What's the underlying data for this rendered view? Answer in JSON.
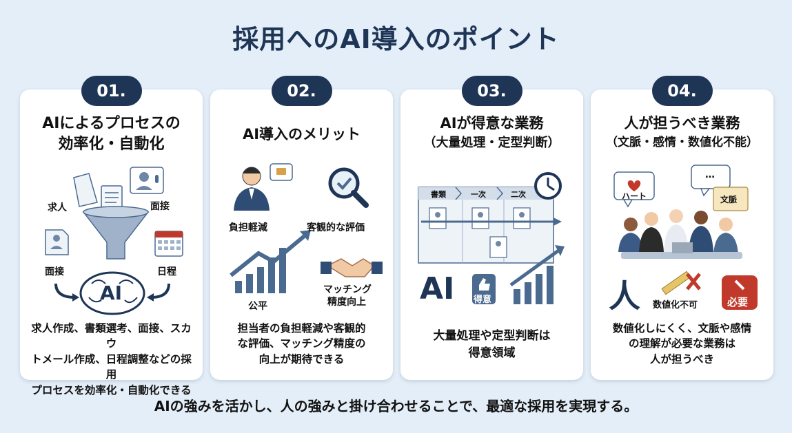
{
  "title": "採用へのAI導入のポイント",
  "cards": [
    {
      "number": "01.",
      "title_line1": "AIによるプロセスの",
      "title_line2": "効率化・自動化",
      "labels": {
        "kyujin": "求人",
        "mensetsu_top": "面接",
        "mensetsu_left": "面接",
        "nittei": "日程",
        "ai": "AI"
      },
      "desc_lines": [
        "求人作成、書類選考、面接、スカウ",
        "トメール作成、日程調整などの採用",
        "プロセスを効率化・自動化できる"
      ]
    },
    {
      "number": "02.",
      "title_line1": "AI導入のメリット",
      "labels": {
        "futan": "負担軽減",
        "kyakkan": "客観的な評価",
        "kohei": "公平",
        "matching_line1": "マッチング",
        "matching_line2": "精度向上"
      },
      "desc_lines": [
        "担当者の負担軽減や客観的",
        "な評価、マッチング精度の",
        "向上が期待できる"
      ]
    },
    {
      "number": "03.",
      "title_line1": "AIが得意な業務",
      "title_line2": "（大量処理・定型判断）",
      "labels": {
        "shorui": "書類",
        "ichiji": "一次",
        "niji": "二次",
        "ai": "AI",
        "tokui": "得意"
      },
      "desc_lines": [
        "大量処理や定型判断は",
        "得意領域"
      ]
    },
    {
      "number": "04.",
      "title_line1": "人が担うべき業務",
      "title_line2": "（文脈・感情・数値化不能）",
      "labels": {
        "heart": "ハート",
        "dots": "…",
        "bunmyaku": "文脈",
        "hito": "人",
        "suchika": "数値化不可",
        "hitsuyo": "必要"
      },
      "desc_lines": [
        "数値化しにくく、文脈や感情",
        "の理解が必要な業務は",
        "人が担うべき"
      ]
    }
  ],
  "footer": "AIの強みを活かし、人の強みと掛け合わせることで、最適な採用を実現する。",
  "colors": {
    "navy": "#1e3556",
    "background": "#e4eef8",
    "accent_red": "#c0392b",
    "steel_blue": "#4b6a8f"
  }
}
